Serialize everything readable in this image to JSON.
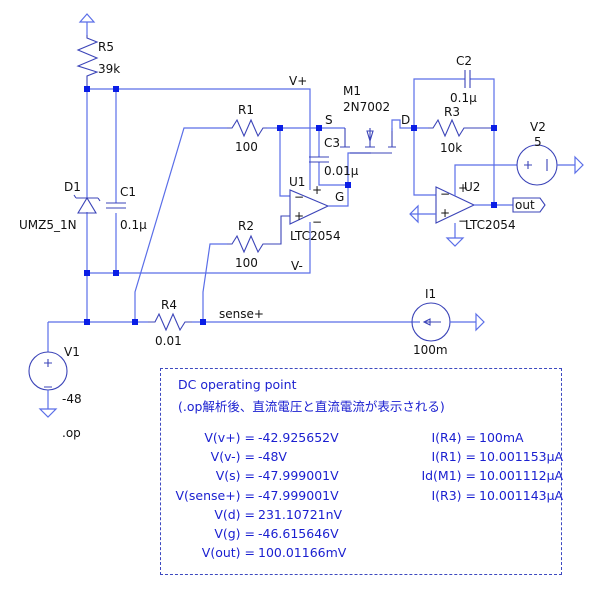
{
  "components": {
    "R5": {
      "name": "R5",
      "value": "39k"
    },
    "R1": {
      "name": "R1",
      "value": "100"
    },
    "R2": {
      "name": "R2",
      "value": "100"
    },
    "R3": {
      "name": "R3",
      "value": "10k"
    },
    "R4": {
      "name": "R4",
      "value": "0.01"
    },
    "C1": {
      "name": "C1",
      "value": "0.1μ"
    },
    "C2": {
      "name": "C2",
      "value": "0.1μ"
    },
    "C3": {
      "name": "C3",
      "value": "0.01μ"
    },
    "D1": {
      "name": "D1",
      "value": "UMZ5_1N"
    },
    "M1": {
      "name": "M1",
      "value": "2N7002"
    },
    "U1": {
      "name": "U1",
      "value": "LTC2054"
    },
    "U2": {
      "name": "U2",
      "value": "LTC2054"
    },
    "V1": {
      "name": "V1",
      "value": "-48"
    },
    "V2": {
      "name": "V2",
      "value": "5"
    },
    "I1": {
      "name": "I1",
      "value": "100m"
    }
  },
  "nets": {
    "vplus": "V+",
    "vminus": "V-",
    "s": "S",
    "d": "D",
    "g": "G",
    "sense": "sense+",
    "out": "out"
  },
  "directive": ".op",
  "results": {
    "title": "DC operating point",
    "subtitle": "(.op解析後、直流電圧と直流電流が表示される)",
    "voltages": [
      {
        "label": "V(v+) =",
        "value": "-42.925652V"
      },
      {
        "label": "V(v-) =",
        "value": "-48V"
      },
      {
        "label": "V(s) =",
        "value": "-47.999001V"
      },
      {
        "label": "V(sense+) =",
        "value": "-47.999001V"
      },
      {
        "label": "V(d) =",
        "value": "231.10721nV"
      },
      {
        "label": "V(g) =",
        "value": "-46.615646V"
      },
      {
        "label": "V(out) =",
        "value": "100.01166mV"
      }
    ],
    "currents": [
      {
        "label": "I(R4) =",
        "value": " 100mA"
      },
      {
        "label": "I(R1) =",
        "value": "10.001153μA"
      },
      {
        "label": "Id(M1) =",
        "value": "10.001112μA"
      },
      {
        "label": "I(R3) =",
        "value": "10.001143μA"
      }
    ]
  }
}
